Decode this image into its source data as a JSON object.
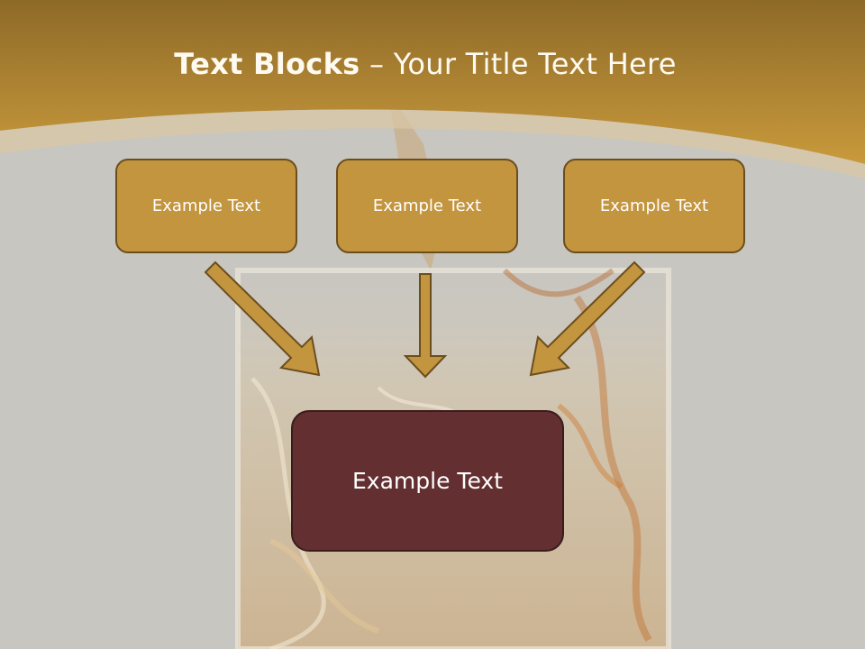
{
  "title": {
    "bold": "Text Blocks",
    "dash": " – ",
    "rest": "Your Title Text Here"
  },
  "blocks": [
    {
      "label": "Example Text"
    },
    {
      "label": "Example Text"
    },
    {
      "label": "Example Text"
    }
  ],
  "result_block": {
    "label": "Example Text"
  },
  "colors": {
    "header_gold": "#c7973a",
    "box_gold": "#c4953f",
    "box_border": "#6b4e1e",
    "result_box": "#632f30",
    "background": "#c8c6c0"
  }
}
